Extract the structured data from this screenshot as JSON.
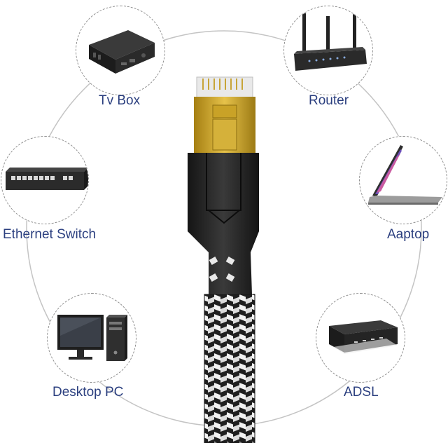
{
  "devices": {
    "tv_box": {
      "label": "Tv Box",
      "icon": "tv-box-icon"
    },
    "router": {
      "label": "Router",
      "icon": "router-icon"
    },
    "ethernet_switch": {
      "label": "Ethernet Switch",
      "icon": "ethernet-switch-icon"
    },
    "laptop": {
      "label": "Aaptop",
      "icon": "laptop-icon"
    },
    "desktop_pc": {
      "label": "Desktop PC",
      "icon": "desktop-pc-icon"
    },
    "adsl": {
      "label": "ADSL",
      "icon": "adsl-modem-icon"
    }
  },
  "cable": {
    "icon": "rj45-connector-icon",
    "jacket": "black-white-braided",
    "plug_color": "#c9a227"
  },
  "colors": {
    "label_text": "#2b3f7f",
    "ring": "#b5b5b5",
    "bubble_border": "#8e8e8e"
  }
}
